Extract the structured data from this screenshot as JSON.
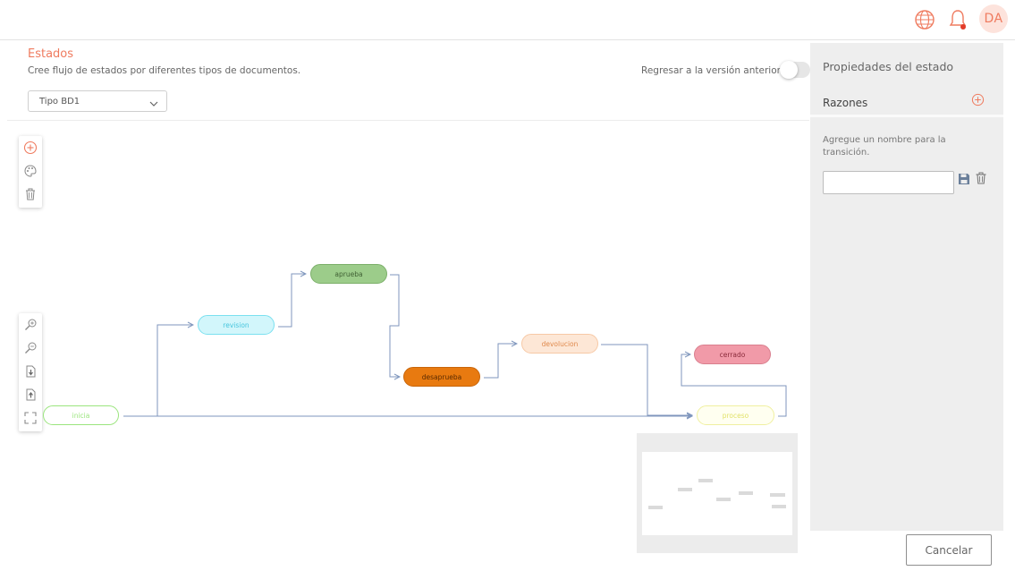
{
  "header": {
    "avatar_initials": "DA",
    "icons": [
      "globe-icon",
      "bell-icon"
    ]
  },
  "page": {
    "title": "Estados",
    "subtitle": "Cree flujo de estados por diferentes tipos de documentos.",
    "revert_label": "Regresar a la versión anterior",
    "revert_enabled": false,
    "doc_type_selected": "Tipo BD1"
  },
  "workflow": {
    "states": [
      {
        "label": "inicia",
        "color": "#9be57e"
      },
      {
        "label": "revision",
        "color": "#7be0f0"
      },
      {
        "label": "aprueba",
        "color": "#9ccc8a"
      },
      {
        "label": "desaprueba",
        "color": "#e87a10"
      },
      {
        "label": "devolucion",
        "color": "#f7c9a6"
      },
      {
        "label": "cerrado",
        "color": "#f19aa8"
      },
      {
        "label": "proceso",
        "color": "#f0f0a0"
      }
    ]
  },
  "panel": {
    "title": "Propiedades del estado",
    "reasons_label": "Razones",
    "hint": "Agregue un nombre para la transición.",
    "input_value": "",
    "input_placeholder": ""
  },
  "footer": {
    "cancel_label": "Cancelar"
  },
  "colors": {
    "accent": "#ef7b5f",
    "edge": "#7f96bd"
  }
}
